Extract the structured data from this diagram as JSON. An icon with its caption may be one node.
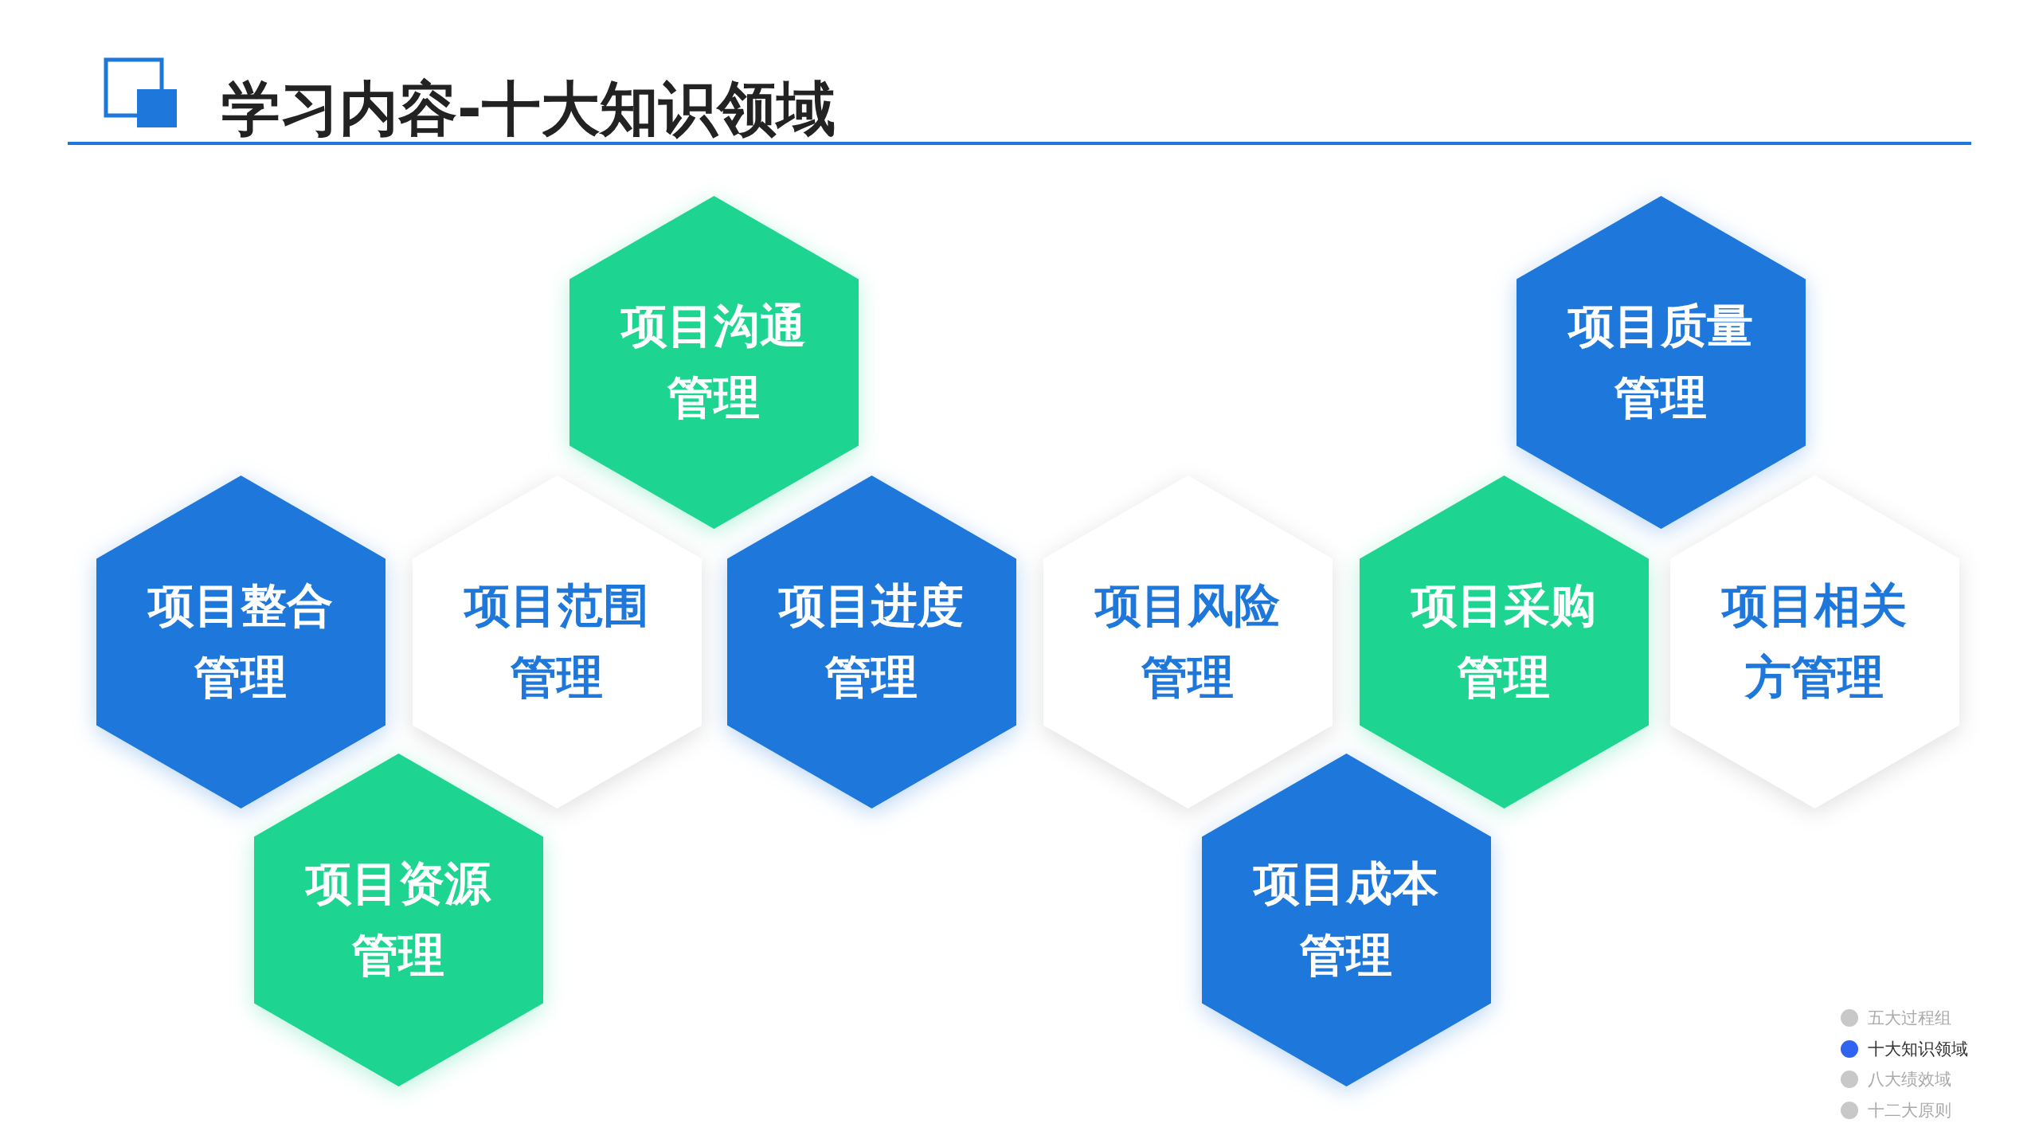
{
  "diagram": {
    "title": "学习内容-十大知识领域",
    "nodes": [
      {
        "text": [
          "项目沟通管理"
        ]
      },
      {
        "text": [
          "项目质量管理"
        ]
      },
      {
        "text": [
          "项目整合管理"
        ]
      },
      {
        "text": [
          "项目范围管理"
        ]
      },
      {
        "text": [
          "项目进度管理"
        ]
      },
      {
        "text": [
          "项目风险管理"
        ]
      },
      {
        "text": [
          "项目采购管理"
        ]
      },
      {
        "text": [
          "项目相关方管理"
        ]
      },
      {
        "text": [
          "项目资源管理"
        ]
      },
      {
        "text": [
          "项目成本管理"
        ]
      }
    ],
    "labels": [
      "五大过程组",
      "十大知识领域",
      "八大绩效域",
      "十二大原则"
    ]
  }
}
